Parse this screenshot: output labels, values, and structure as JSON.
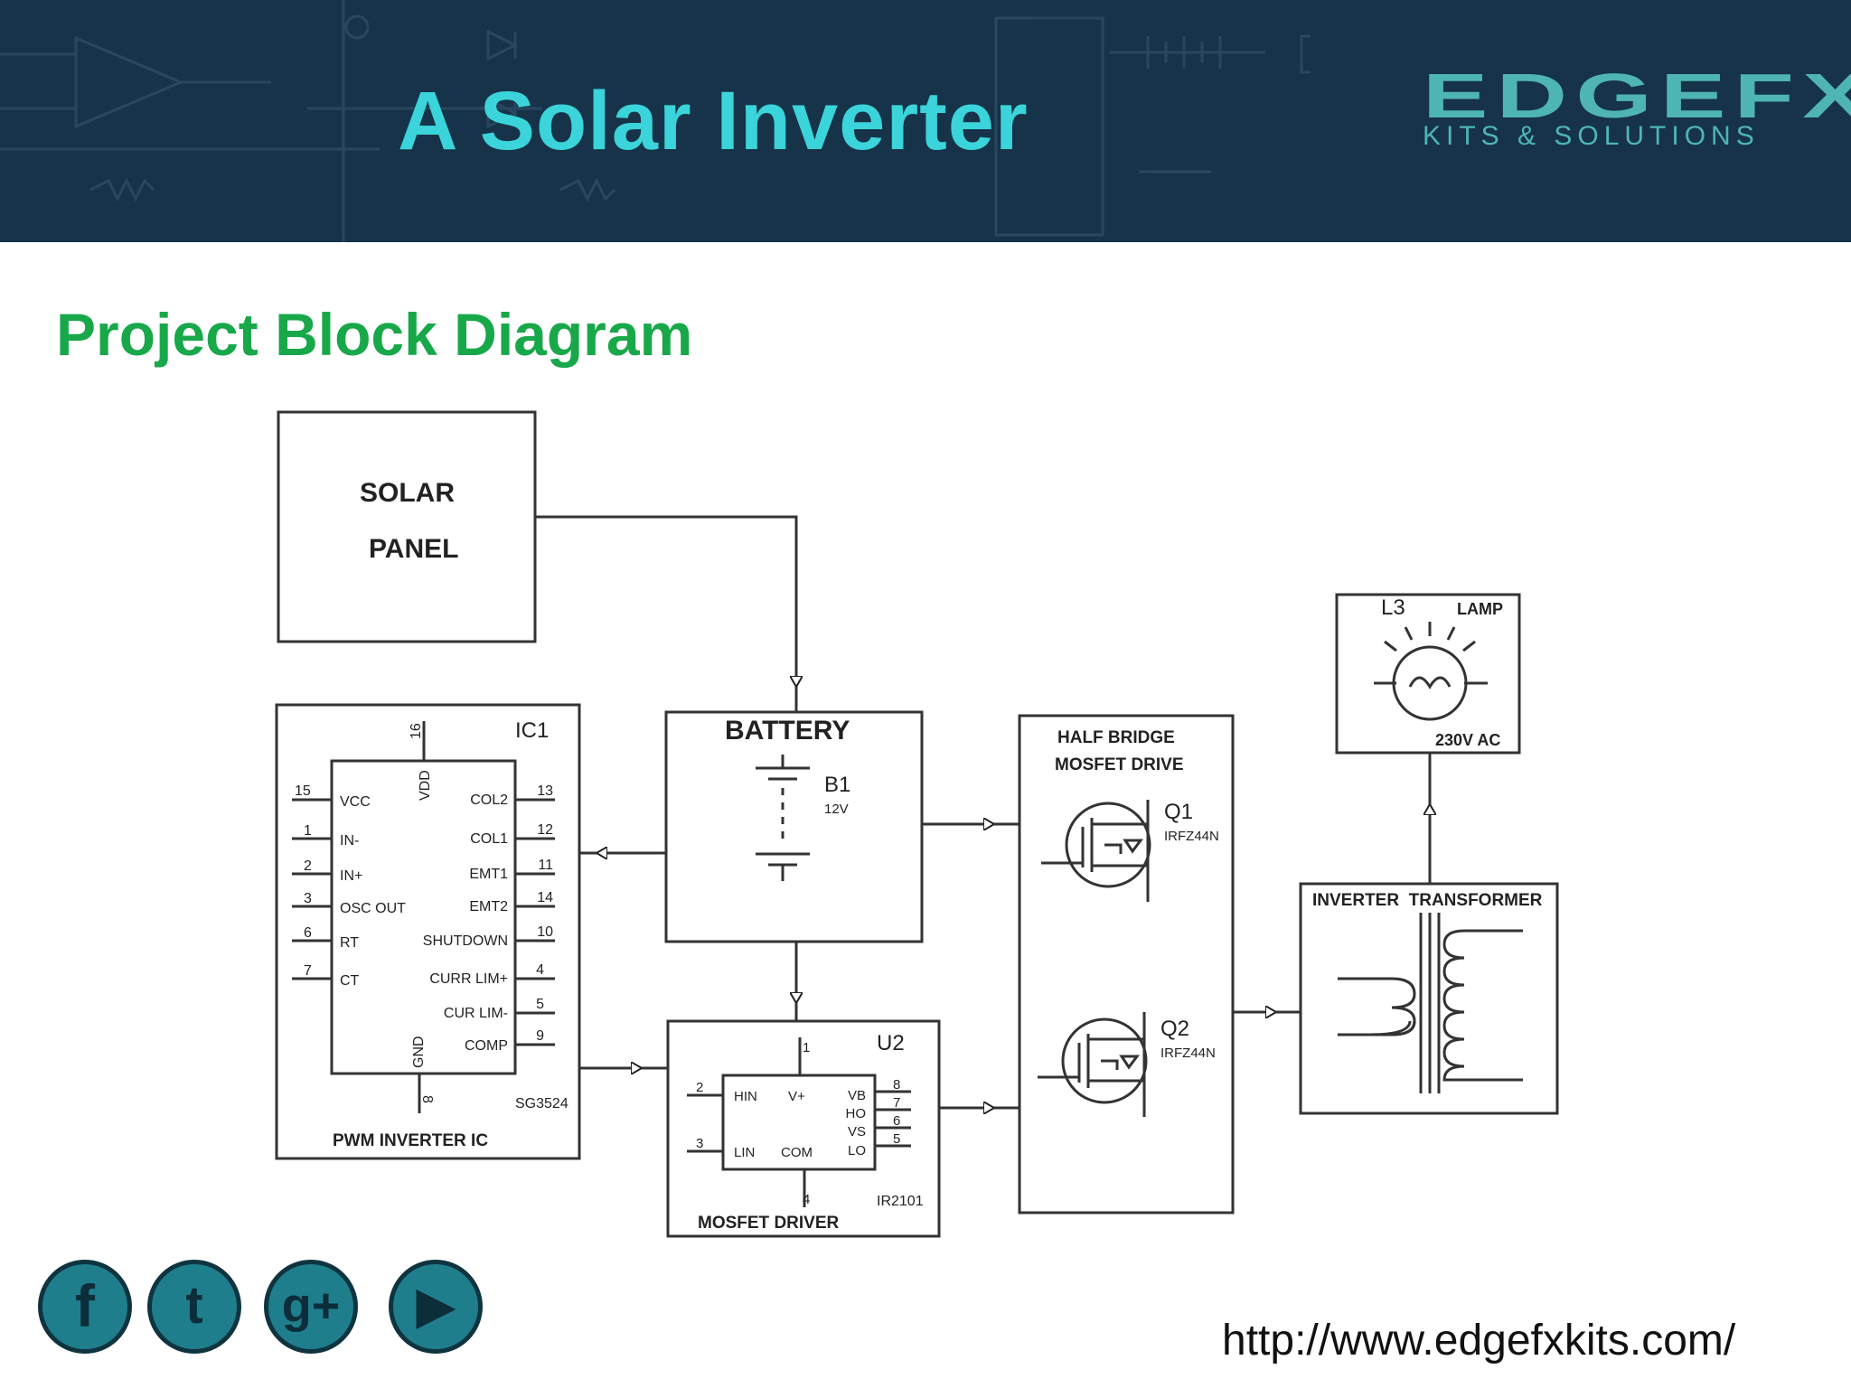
{
  "header": {
    "title": "A Solar Inverter",
    "brand": {
      "logo": "EDGEFX",
      "tagline": "KITS & SOLUTIONS"
    }
  },
  "section_title": "Project Block Diagram",
  "diagram": {
    "solar_panel": {
      "line1": "SOLAR",
      "line2": "PANEL"
    },
    "battery": {
      "title": "BATTERY",
      "ref": "B1",
      "voltage": "12V"
    },
    "pwm_ic": {
      "ref": "IC1",
      "part": "SG3524",
      "caption": "PWM INVERTER IC",
      "left_pins": [
        {
          "num": "15",
          "name": "VCC"
        },
        {
          "num": "1",
          "name": "IN-"
        },
        {
          "num": "2",
          "name": "IN+"
        },
        {
          "num": "3",
          "name": "OSC OUT"
        },
        {
          "num": "6",
          "name": "RT"
        },
        {
          "num": "7",
          "name": "CT"
        }
      ],
      "right_pins": [
        {
          "num": "13",
          "name": "COL2"
        },
        {
          "num": "12",
          "name": "COL1"
        },
        {
          "num": "11",
          "name": "EMT1"
        },
        {
          "num": "14",
          "name": "EMT2"
        },
        {
          "num": "10",
          "name": "SHUTDOWN"
        },
        {
          "num": "4",
          "name": "CURR LIM+"
        },
        {
          "num": "5",
          "name": "CUR LIM-"
        },
        {
          "num": "9",
          "name": "COMP"
        }
      ],
      "top_pin": {
        "num": "16",
        "name": "VDD"
      },
      "bottom_pin": {
        "num": "8",
        "name": "GND"
      }
    },
    "mosfet_driver": {
      "ref": "U2",
      "part": "IR2101",
      "caption": "MOSFET DRIVER",
      "left_pins": [
        {
          "num": "2",
          "name": "HIN"
        },
        {
          "num": "3",
          "name": "LIN"
        }
      ],
      "right_pins": [
        {
          "num": "8",
          "name": "VB"
        },
        {
          "num": "7",
          "name": "HO"
        },
        {
          "num": "6",
          "name": "VS"
        },
        {
          "num": "5",
          "name": "LO"
        }
      ],
      "top_pin": {
        "num": "1",
        "name": "V+"
      },
      "bottom_pin": {
        "num": "4",
        "name": "COM"
      }
    },
    "half_bridge": {
      "line1": "HALF BRIDGE",
      "line2": "MOSFET DRIVE",
      "q1": {
        "ref": "Q1",
        "part": "IRFZ44N"
      },
      "q2": {
        "ref": "Q2",
        "part": "IRFZ44N"
      }
    },
    "transformer": {
      "caption": "INVERTER  TRANSFORMER"
    },
    "lamp": {
      "ref": "L3",
      "caption": "LAMP",
      "rating": "230V AC"
    }
  },
  "social": [
    {
      "name": "facebook",
      "glyph": "f"
    },
    {
      "name": "twitter",
      "glyph": "t"
    },
    {
      "name": "google-plus",
      "glyph": "g+"
    },
    {
      "name": "youtube",
      "glyph": "▶"
    }
  ],
  "footer": {
    "url": "http://www.edgefxkits.com/"
  },
  "colors": {
    "header_bg": "#163349",
    "title": "#3ad4da",
    "section_title": "#18a84a",
    "brand": "#4eb5b2"
  }
}
